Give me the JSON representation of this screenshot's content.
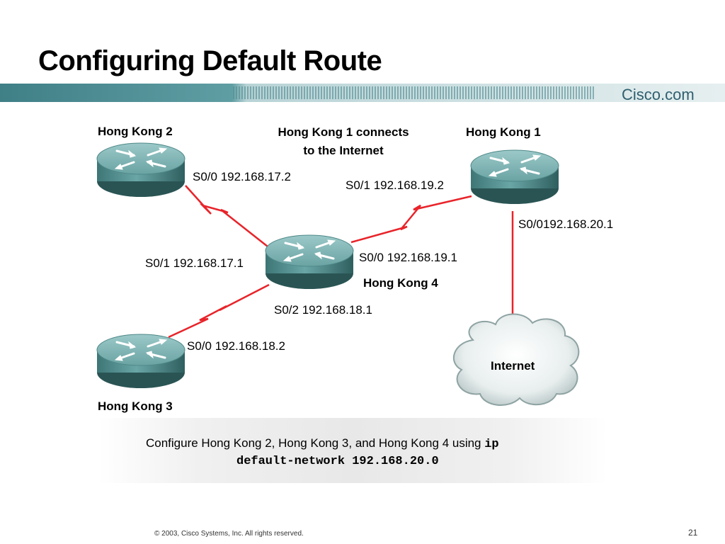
{
  "slide": {
    "title": "Configuring Default Route",
    "brand": "Cisco.com",
    "page_number": "21",
    "copyright": "© 2003, Cisco Systems, Inc. All rights reserved."
  },
  "diagram": {
    "routers": {
      "hk1": {
        "name": "Hong Kong 1"
      },
      "hk2": {
        "name": "Hong Kong 2"
      },
      "hk3": {
        "name": "Hong Kong 3"
      },
      "hk4": {
        "name": "Hong Kong 4"
      }
    },
    "note_line1": "Hong Kong 1 connects",
    "note_line2": "to the Internet",
    "interfaces": {
      "hk2_s00": "S0/0 192.168.17.2",
      "hk4_s01": "S0/1 192.168.17.1",
      "hk4_s00": "S0/0 192.168.19.1",
      "hk1_s01": "S0/1 192.168.19.2",
      "hk1_s00": "S0/0192.168.20.1",
      "hk4_s02": "S0/2 192.168.18.1",
      "hk3_s00": "S0/0 192.168.18.2"
    },
    "cloud_label": "Internet",
    "colors": {
      "serial_link": "#e8242a",
      "router_body": "#4d8c8c",
      "router_top": "#7fb5b5"
    }
  },
  "caption": {
    "text_prefix": "Configure Hong Kong 2, Hong Kong 3, and Hong Kong 4 using ",
    "cmd_part1": "ip",
    "cmd_part2": "default-network 192.168.20.0"
  }
}
